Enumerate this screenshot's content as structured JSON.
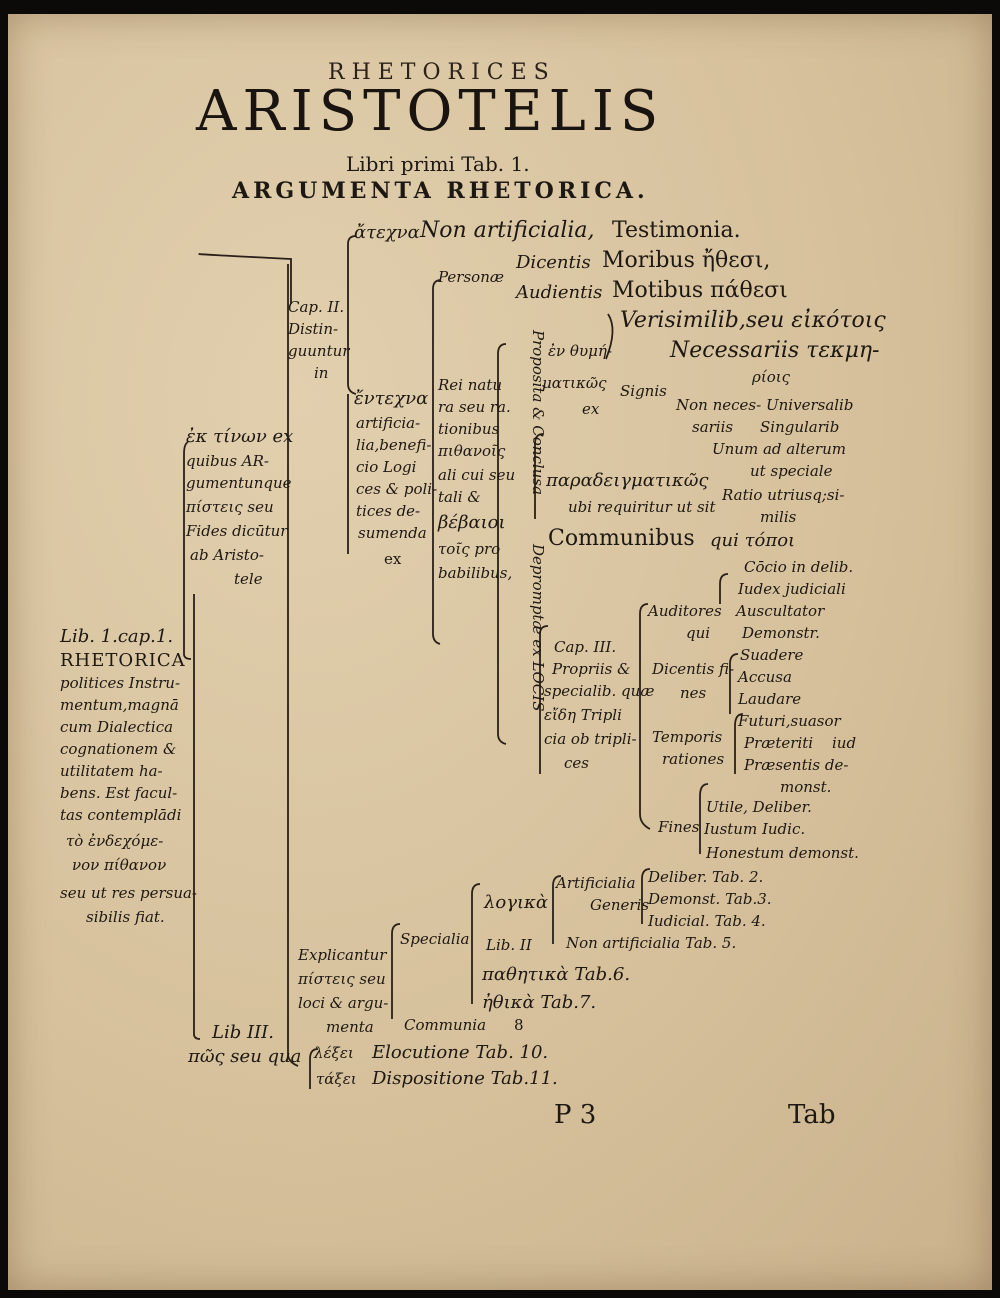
{
  "header": {
    "line1": "RHETORICES",
    "line2": "ARISTOTELIS",
    "line3": "Libri primi Tab. 1.",
    "line4": "ARGUMENTA RHETORICA."
  },
  "left_block": {
    "ref": "Lib. 1.cap.1.",
    "title": "RHETORICA",
    "lines": [
      "politices Instru-",
      "mentum,magnā",
      "cum Dialectica",
      "cognationem &",
      "utilitatem ha-",
      "bens. Est facul-",
      "tas contemplādi",
      "τὸ ἐνδεχόμε-",
      "νον πίθανον",
      "seu ut res persua-",
      "sibilis fiat."
    ]
  },
  "col2": [
    "ἐκ τίνων ex",
    "quibus AR-",
    "gumentunque",
    "πίστεις seu",
    "Fides dicūtur",
    "ab Aristo-",
    "tele"
  ],
  "col3": [
    "Cap. II.",
    "Distin-",
    "guuntur",
    "in"
  ],
  "col4": [
    "ἔντεχνα",
    "artificia-",
    "lia,benefi-",
    "cio Logi",
    "ces & poli-",
    "tices de-",
    "sumenda",
    "ex"
  ],
  "col5": [
    "Rei natu",
    "ra seu ra.",
    "tionibus",
    "πιθανοῖς",
    "ali cui seu",
    "tali &",
    "βέβαιοι",
    "τοῖς pro",
    "babilibus,"
  ],
  "top": {
    "atechna": "ἄτεχνα",
    "nonart": "Non artificialia,",
    "testim": "Testimonia.",
    "persona": "Personæ",
    "dicentis": "Dicentis",
    "moribus": "Moribus ἤθεσι,",
    "audientis": "Audientis",
    "motibus": "Motibus πάθεσι"
  },
  "vertical": {
    "proposita": "Proposita & Conclusa",
    "depromptae": "Depromptæ ex LOCIS"
  },
  "mid": {
    "enthym": "ἐν θυμή-",
    "matikos": "ματικῶς",
    "ex": "ex",
    "signis": "Signis",
    "verisimil": "Verisimilib,seu εἰκότοις",
    "necessar": "Necessariis τεκμη-",
    "riois": "ρίοις",
    "nonnec1": "Non neces-",
    "nonnec2": "sariis",
    "univ": "Universalib",
    "sing": "Singularib",
    "unum1": "Unum ad alterum",
    "unum2": "ut speciale",
    "ratio1": "Ratio utriusq;si-",
    "ratio2": "milis",
    "parad": "παραδειγματικῶς",
    "ubi": "ubi requiritur ut sit",
    "communibus": "Communibus",
    "qui": "qui τόποι"
  },
  "right": {
    "coetio": "Cōcio in delib.",
    "judex": "Iudex judiciali",
    "auditores": "Auditores",
    "qui": "qui",
    "auscult": "Auscultator",
    "demonstr": "Demonstr.",
    "cap3": [
      "Cap. III.",
      "Propriis &",
      "specialib. quæ",
      "εἴδη Tripli",
      "cia ob tripli-",
      "ces"
    ],
    "dicentis1": "Dicentis fi-",
    "dicentis2": "nes",
    "suadere": "Suadere",
    "accusa": "Accusa",
    "lauda": "Laudare",
    "temporis1": "Temporis",
    "temporis2": "rationes",
    "futuri": "Futuri,suasor",
    "praeteriti1": "Præteriti",
    "praeteriti2": "iud",
    "praesentis1": "Præsentis de-",
    "praesentis2": "monst.",
    "fines": "Fines",
    "utile": "Utile, Deliber.",
    "justum": "Iustum Iudic.",
    "honestum": "Honestum demonst."
  },
  "lower": {
    "explicantur": "Explicantur",
    "pisteis": "πίστεις seu",
    "loci": "loci & argu-",
    "menta": "menta",
    "specialia": "Specialia",
    "communia": "Communia",
    "num8": "8",
    "logika": "λογικὰ",
    "lib2": "Lib. II",
    "artificialia": "Artificialia",
    "generis": "Generis",
    "nonart": "Non artificialia Tab. 5.",
    "deliber": "Deliber. Tab. 2.",
    "demonst": "Demonst. Tab.3.",
    "judicial": "Iudicial. Tab. 4.",
    "pathetika": "παθητικὰ Tab.6.",
    "ethika": "ἠθικὰ Tab.7.",
    "lib3": "Lib III.",
    "posseu": "πῶς seu qua",
    "lexei": "λέξει",
    "elocutione": "Elocutione Tab. 10.",
    "taxei": "τάξει",
    "dispositione": "Dispositione Tab.11."
  },
  "footer": {
    "signature": "P 3",
    "catchword": "Tab"
  }
}
